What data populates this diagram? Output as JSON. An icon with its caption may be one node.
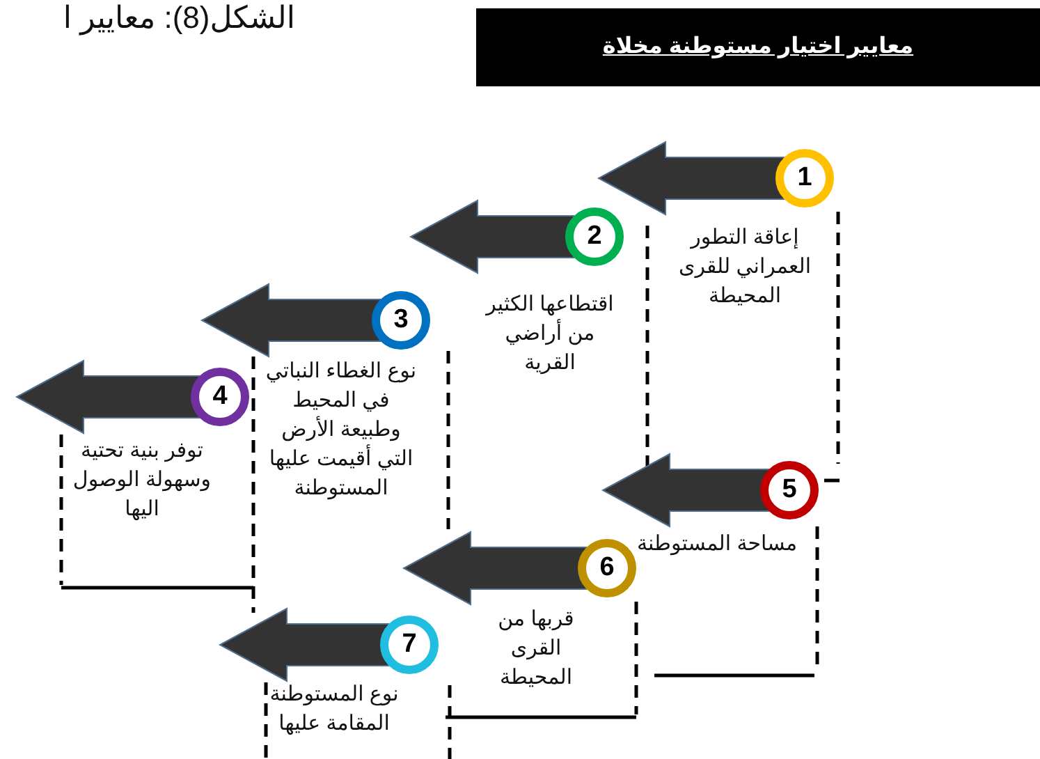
{
  "diagram": {
    "title": "معايير اختيار مستوطنة مخلاة",
    "nodes": [
      {
        "text": [
          "1"
        ],
        "beside": [
          "إعاقة التطور العمراني للقرى المحيطة"
        ]
      },
      {
        "text": [
          "2"
        ],
        "beside": [
          "اقتطاعها الكثير من أراضي القرية"
        ]
      },
      {
        "text": [
          "3"
        ],
        "beside": [
          "نوع الغطاء النباتي في المحيط وطبيعة الأرض التي أقيمت عليها المستوطنة"
        ]
      },
      {
        "text": [
          "4"
        ],
        "beside": [
          "توفر بنية تحتية وسهولة الوصول اليها"
        ]
      },
      {
        "text": [
          "5"
        ],
        "beside": [
          "مساحة المستوطنة"
        ]
      },
      {
        "text": [
          "6"
        ],
        "beside": [
          "قربها من القرى المحيطة"
        ]
      },
      {
        "text": [
          "7"
        ],
        "beside": [
          "نوع المستوطنة المقامة عليها"
        ]
      }
    ],
    "edges": [
      {
        "from": 0,
        "to": null,
        "arrow": "to"
      },
      {
        "from": 1,
        "to": null,
        "arrow": "to"
      },
      {
        "from": 2,
        "to": null,
        "arrow": "to"
      },
      {
        "from": 3,
        "to": null,
        "arrow": "to"
      },
      {
        "from": 4,
        "to": null,
        "arrow": "to"
      },
      {
        "from": 5,
        "to": null,
        "arrow": "to"
      },
      {
        "from": 6,
        "to": null,
        "arrow": "to"
      }
    ],
    "labels": [
      "الشكل(8): معايير ا"
    ]
  }
}
